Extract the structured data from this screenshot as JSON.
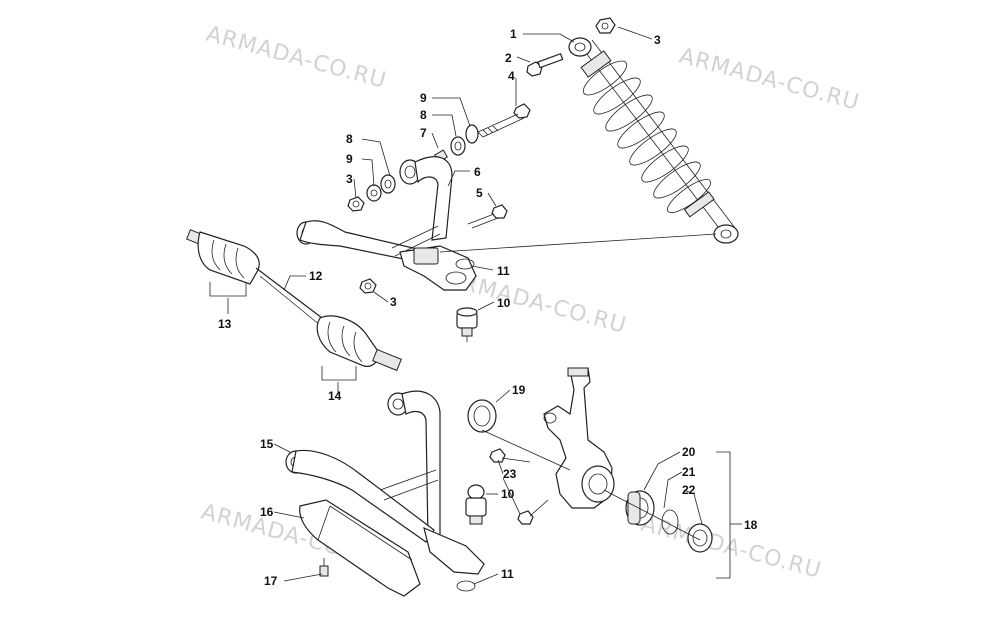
{
  "watermark": "ARMADA-CO.RU",
  "callouts": [
    "1",
    "2",
    "3",
    "4",
    "5",
    "6",
    "7",
    "8",
    "9",
    "10",
    "11",
    "12",
    "13",
    "14",
    "15",
    "16",
    "17",
    "18",
    "19",
    "20",
    "21",
    "22",
    "23"
  ],
  "colors": {
    "ink": "#222222",
    "watermark": "#d2d2d2",
    "background": "#ffffff"
  }
}
